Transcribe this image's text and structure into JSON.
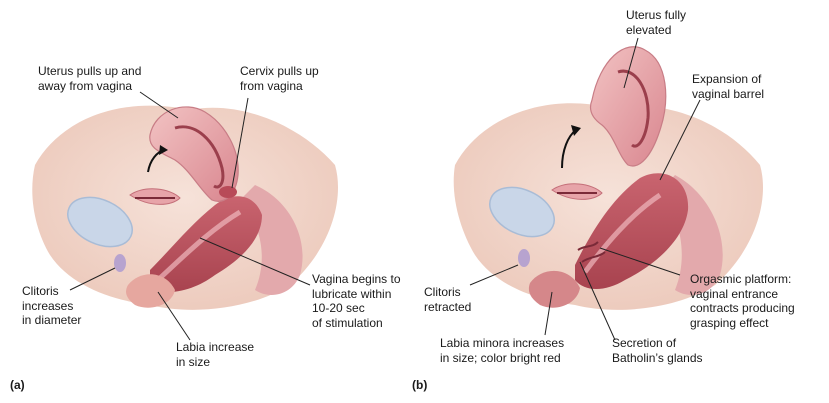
{
  "panels": [
    {
      "letter": "(a)",
      "labels": {
        "uterus": [
          "Uterus pulls up and",
          "away from vagina"
        ],
        "cervix": [
          "Cervix pulls up",
          "from vagina"
        ],
        "clitoris": [
          "Clitoris",
          "increases",
          "in diameter"
        ],
        "vagina": [
          "Vagina begins to",
          "lubricate within",
          "10-20 sec",
          "of stimulation"
        ],
        "labia": [
          "Labia increase",
          "in size"
        ]
      }
    },
    {
      "letter": "(b)",
      "labels": {
        "uterus": [
          "Uterus fully",
          "elevated"
        ],
        "barrel": [
          "Expansion of",
          "vaginal barrel"
        ],
        "clitoris": [
          "Clitoris",
          "retracted"
        ],
        "platform": [
          "Orgasmic platform:",
          "vaginal entrance",
          "contracts producing",
          "grasping effect"
        ],
        "labia_minora": [
          "Labia minora increases",
          "in size; color bright red"
        ],
        "secretion": [
          "Secretion of",
          "Batholin’s glands"
        ]
      }
    }
  ],
  "colors": {
    "skin": "#f4dcd2",
    "skin_dark": "#e9c3b5",
    "tissue": "#d98a90",
    "tissue_dark": "#b85a66",
    "bladder": "#c9d6e8",
    "leader": "#222222"
  }
}
